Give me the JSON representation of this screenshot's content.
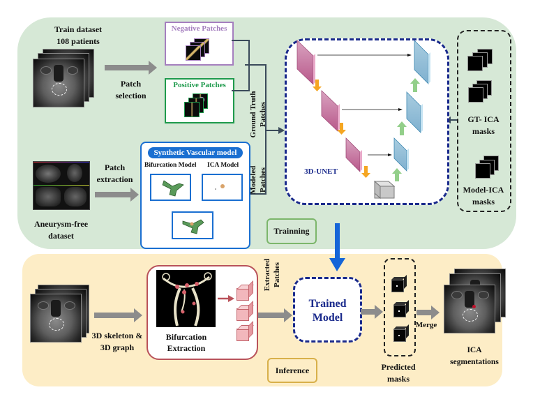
{
  "training": {
    "stage_label": "Trainning",
    "train_dataset": {
      "line1": "Train dataset",
      "line2": "108 patients"
    },
    "patch_selection": {
      "line1": "Patch",
      "line2": "selection"
    },
    "negative_patches": "Negative Patches",
    "positive_patches": "Positive Patches",
    "ground_truth_patches": {
      "line1": "Ground Truth",
      "line2": "Patches"
    },
    "modeled_patches": {
      "line1": "Modeled",
      "line2": "Patches"
    },
    "aneurysm_free": {
      "line1": "Aneurysm-free",
      "line2": "dataset"
    },
    "patch_extraction": {
      "line1": "Patch",
      "line2": "extraction"
    },
    "synthetic_model": {
      "title": "Synthetic Vascular model",
      "bifurcation_label": "Bifurcation Model",
      "ica_label": "ICA Model"
    },
    "unet_label": "3D-UNET",
    "gt_masks": {
      "line1": "GT- ICA",
      "line2": "masks"
    },
    "model_masks": {
      "line1": "Model-ICA",
      "line2": "masks"
    }
  },
  "inference": {
    "stage_label": "Inference",
    "skeleton": {
      "line1": "3D skeleton &",
      "line2": "3D graph"
    },
    "bifurcation": {
      "line1": "Bifurcation",
      "line2": "Extraction"
    },
    "extracted_patches": {
      "line1": "Extracted",
      "line2": "Patches"
    },
    "trained_model": {
      "line1": "Trained",
      "line2": "Model"
    },
    "predicted_masks": {
      "line1": "Predicted",
      "line2": "masks"
    },
    "merge": "Merge",
    "ica_segmentations": {
      "line1": "ICA",
      "line2": "segmentations"
    }
  },
  "colors": {
    "training_bg": "#d6e8d6",
    "inference_bg": "#fdedc6",
    "negative": "#a57fbf",
    "positive": "#1e9a4c",
    "synthetic_blue": "#1a6fd1",
    "unet_border": "#1a2a8c",
    "bifurcation_border": "#b9525a",
    "flow_arrow": "#1565d8"
  }
}
